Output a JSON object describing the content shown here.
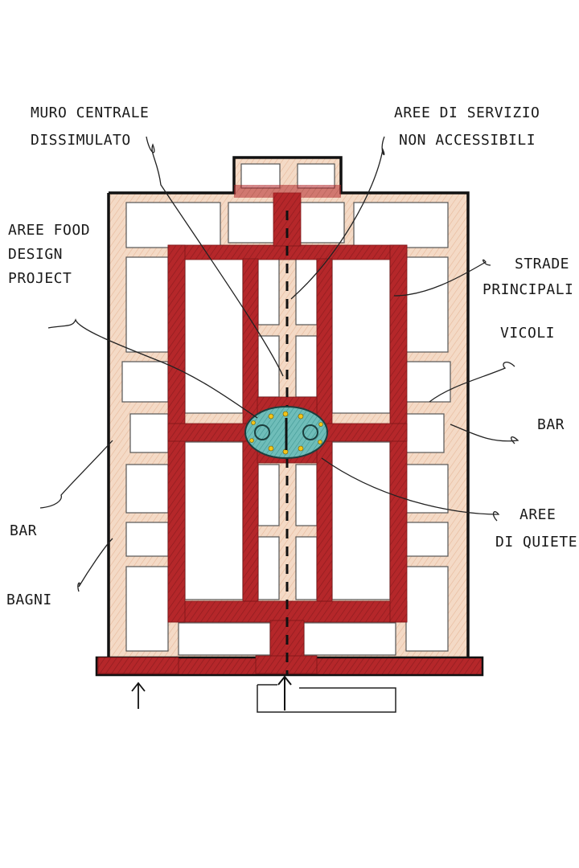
{
  "colors": {
    "ink": "#111111",
    "main_street": "#b5272a",
    "secondary_path": "#f2d3bd",
    "rest_area": "#5fb3b0",
    "rest_area_dots": "#f2c417",
    "paper": "#ffffff"
  },
  "labels": {
    "muro_1": "MURO CENTRALE",
    "muro_2": "DISSIMULATO",
    "servizio_1": "AREE DI SERVIZIO",
    "servizio_2": "NON ACCESSIBILI",
    "food_1": "AREE FOOD",
    "food_2": "DESIGN",
    "food_3": "PROJECT",
    "strade_1": "STRADE",
    "strade_2": "PRINCIPALI",
    "vicoli": "VICOLI",
    "bar_right": "BAR",
    "bar_left": "BAR",
    "quiete_1": "AREE",
    "quiete_2": "DI QUIETE",
    "bagni": "BAGNI"
  }
}
